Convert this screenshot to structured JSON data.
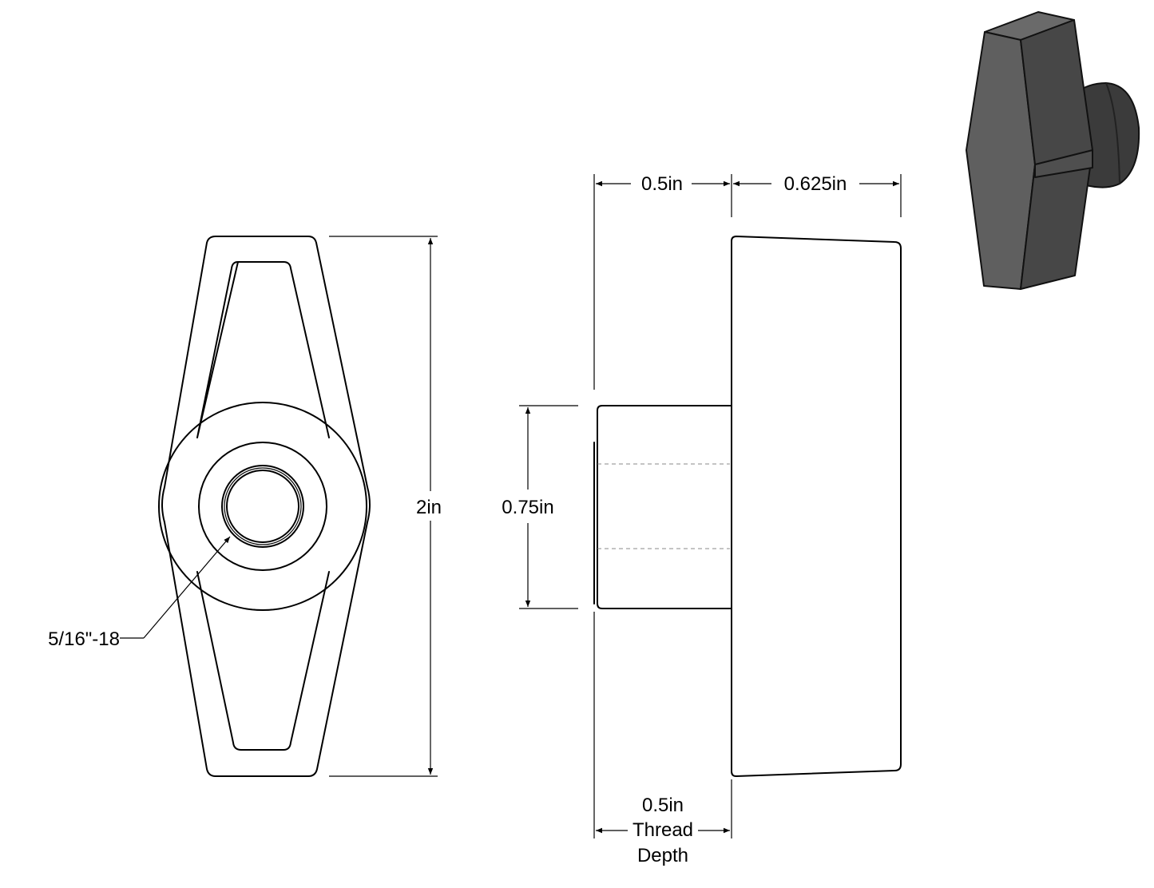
{
  "dimensions": {
    "overall_height": "2in",
    "hub_diameter": "0.75in",
    "hub_length": "0.5in",
    "wing_thickness": "0.625in",
    "thread_spec": "5/16\"-18",
    "thread_depth_value": "0.5in",
    "thread_depth_word1": "Thread",
    "thread_depth_word2": "Depth"
  },
  "colors": {
    "line": "#000000",
    "hidden_line": "#8a8a8a",
    "iso_face_light": "#5f5f5f",
    "iso_face_mid": "#474747",
    "iso_face_dark": "#3b3b3b"
  }
}
